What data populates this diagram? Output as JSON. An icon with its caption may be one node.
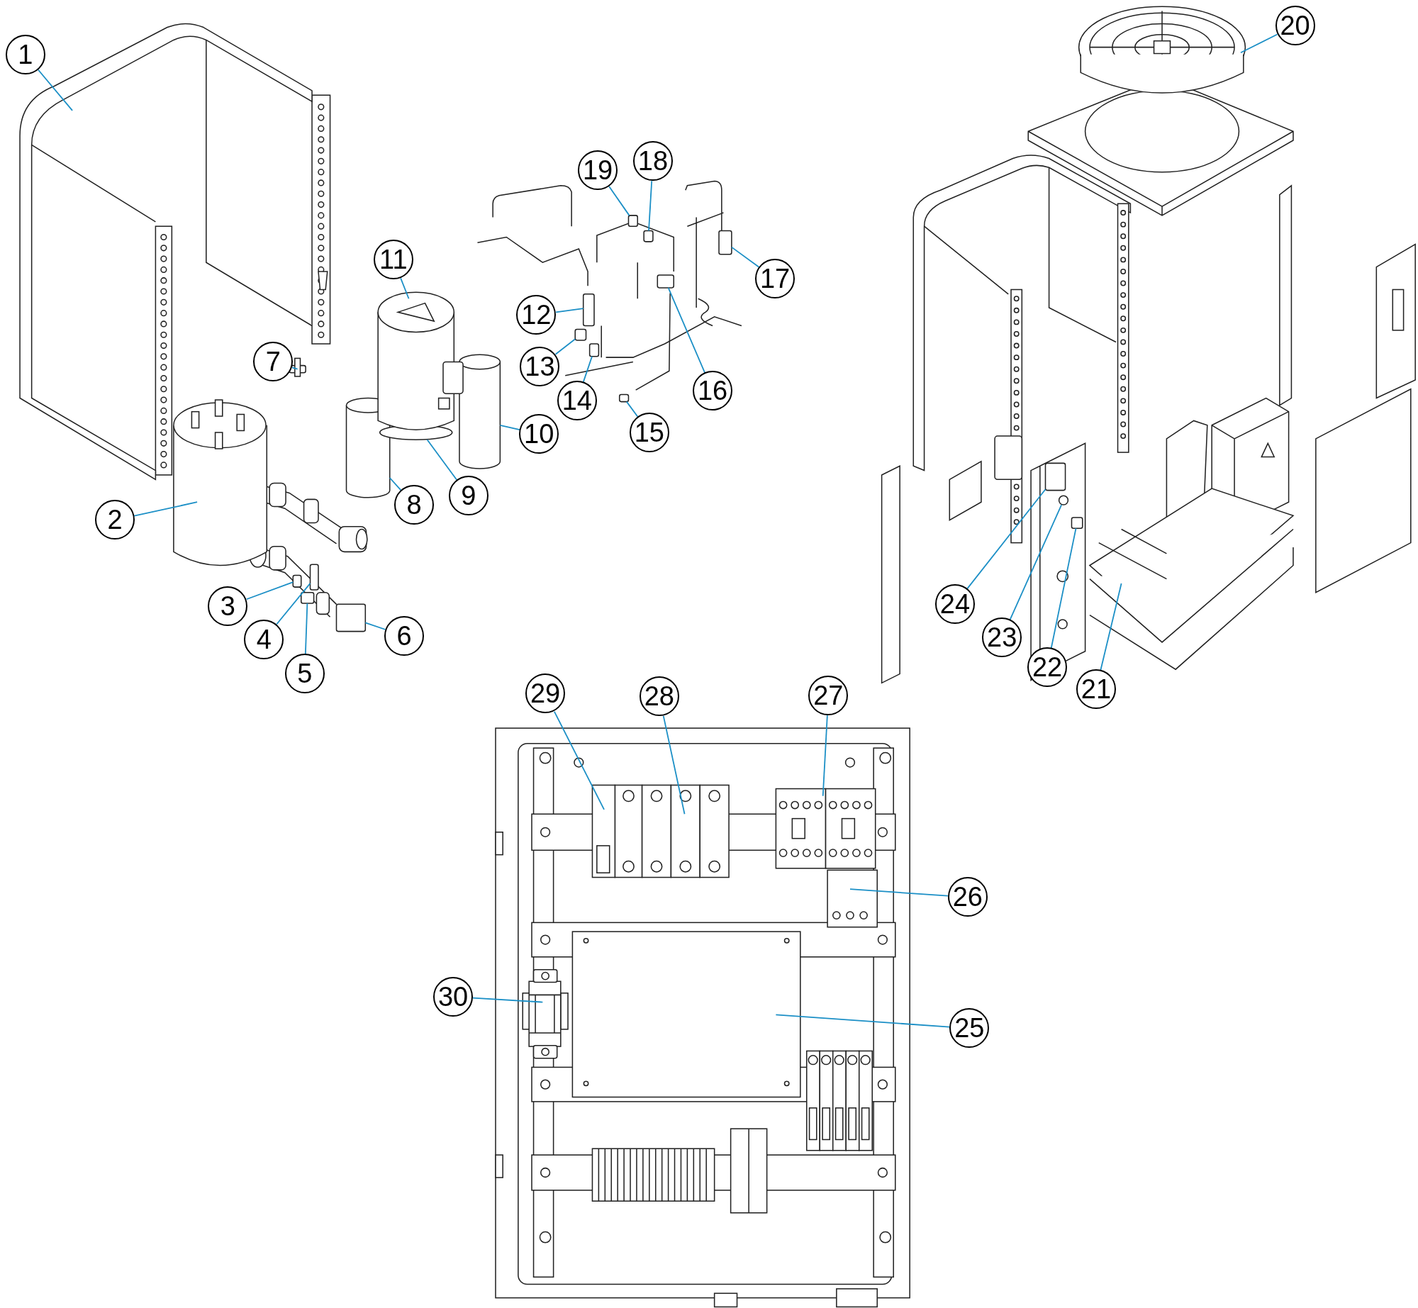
{
  "diagram": {
    "nodes": [
      {
        "text": [
          "1"
        ]
      },
      {
        "text": [
          "2"
        ]
      },
      {
        "text": [
          "3"
        ]
      },
      {
        "text": [
          "4"
        ]
      },
      {
        "text": [
          "5"
        ]
      },
      {
        "text": [
          "6"
        ]
      },
      {
        "text": [
          "7"
        ]
      },
      {
        "text": [
          "8"
        ]
      },
      {
        "text": [
          "9"
        ]
      },
      {
        "text": [
          "10"
        ]
      },
      {
        "text": [
          "11"
        ]
      },
      {
        "text": [
          "12"
        ]
      },
      {
        "text": [
          "13"
        ]
      },
      {
        "text": [
          "14"
        ]
      },
      {
        "text": [
          "15"
        ]
      },
      {
        "text": [
          "16"
        ]
      },
      {
        "text": [
          "17"
        ]
      },
      {
        "text": [
          "18"
        ]
      },
      {
        "text": [
          "19"
        ]
      },
      {
        "text": [
          "20"
        ]
      },
      {
        "text": [
          "21"
        ]
      },
      {
        "text": [
          "22"
        ]
      },
      {
        "text": [
          "23"
        ]
      },
      {
        "text": [
          "24"
        ]
      },
      {
        "text": [
          "25"
        ]
      },
      {
        "text": [
          "26"
        ]
      },
      {
        "text": [
          "27"
        ]
      },
      {
        "text": [
          "28"
        ]
      },
      {
        "text": [
          "29"
        ]
      },
      {
        "text": [
          "30"
        ]
      },
      {
        "text": [],
        "shape": "picture"
      },
      {
        "text": [],
        "shape": "picture"
      },
      {
        "text": [],
        "shape": "box"
      },
      {
        "text": [],
        "shape": "box"
      },
      {
        "text": [],
        "shape": "box"
      },
      {
        "text": [],
        "shape": "box"
      },
      {
        "text": [],
        "shape": "picture"
      },
      {
        "text": [],
        "shape": "cylinder"
      },
      {
        "text": [],
        "shape": "circle"
      },
      {
        "text": [],
        "shape": "cylinder"
      },
      {
        "text": [],
        "shape": "picture"
      },
      {
        "text": [],
        "shape": "box"
      },
      {
        "text": [],
        "shape": "box"
      },
      {
        "text": [],
        "shape": "box"
      },
      {
        "text": [],
        "shape": "box"
      },
      {
        "text": [],
        "shape": "box"
      },
      {
        "text": [],
        "shape": "box"
      },
      {
        "text": [],
        "shape": "box"
      },
      {
        "text": [],
        "shape": "box"
      },
      {
        "text": [],
        "shape": "picture"
      },
      {
        "text": [],
        "shape": "picture"
      },
      {
        "text": [],
        "shape": "box"
      },
      {
        "text": [],
        "shape": "circle"
      },
      {
        "text": [],
        "shape": "box"
      },
      {
        "text": [],
        "shape": "picture"
      },
      {
        "text": [],
        "shape": "picture"
      },
      {
        "text": [],
        "shape": "picture"
      },
      {
        "text": [],
        "shape": "picture"
      },
      {
        "text": [],
        "shape": "picture"
      },
      {
        "text": [],
        "shape": "picture"
      }
    ],
    "edges": [
      {
        "from": 0,
        "to": 30,
        "arrow": "none"
      },
      {
        "from": 1,
        "to": 31,
        "arrow": "none"
      },
      {
        "from": 2,
        "to": 32,
        "arrow": "none"
      },
      {
        "from": 3,
        "to": 33,
        "arrow": "none"
      },
      {
        "from": 4,
        "to": 34,
        "arrow": "none"
      },
      {
        "from": 5,
        "to": 35,
        "arrow": "none"
      },
      {
        "from": 6,
        "to": 36,
        "arrow": "none"
      },
      {
        "from": 7,
        "to": 37,
        "arrow": "none"
      },
      {
        "from": 8,
        "to": 38,
        "arrow": "none"
      },
      {
        "from": 9,
        "to": 39,
        "arrow": "none"
      },
      {
        "from": 10,
        "to": 40,
        "arrow": "none"
      },
      {
        "from": 11,
        "to": 41,
        "arrow": "none"
      },
      {
        "from": 12,
        "to": 42,
        "arrow": "none"
      },
      {
        "from": 13,
        "to": 43,
        "arrow": "none"
      },
      {
        "from": 14,
        "to": 44,
        "arrow": "none"
      },
      {
        "from": 15,
        "to": 45,
        "arrow": "none"
      },
      {
        "from": 16,
        "to": 46,
        "arrow": "none"
      },
      {
        "from": 17,
        "to": 47,
        "arrow": "none"
      },
      {
        "from": 18,
        "to": 48,
        "arrow": "none"
      },
      {
        "from": 19,
        "to": 49,
        "arrow": "none"
      },
      {
        "from": 20,
        "to": 50,
        "arrow": "none"
      },
      {
        "from": 21,
        "to": 51,
        "arrow": "none"
      },
      {
        "from": 22,
        "to": 52,
        "arrow": "none"
      },
      {
        "from": 23,
        "to": 53,
        "arrow": "none"
      },
      {
        "from": 24,
        "to": 54,
        "arrow": "none"
      },
      {
        "from": 25,
        "to": 55,
        "arrow": "none"
      },
      {
        "from": 26,
        "to": 56,
        "arrow": "none"
      },
      {
        "from": 27,
        "to": 57,
        "arrow": "none"
      },
      {
        "from": 28,
        "to": 58,
        "arrow": "none"
      },
      {
        "from": 29,
        "to": 59,
        "arrow": "none"
      }
    ]
  }
}
